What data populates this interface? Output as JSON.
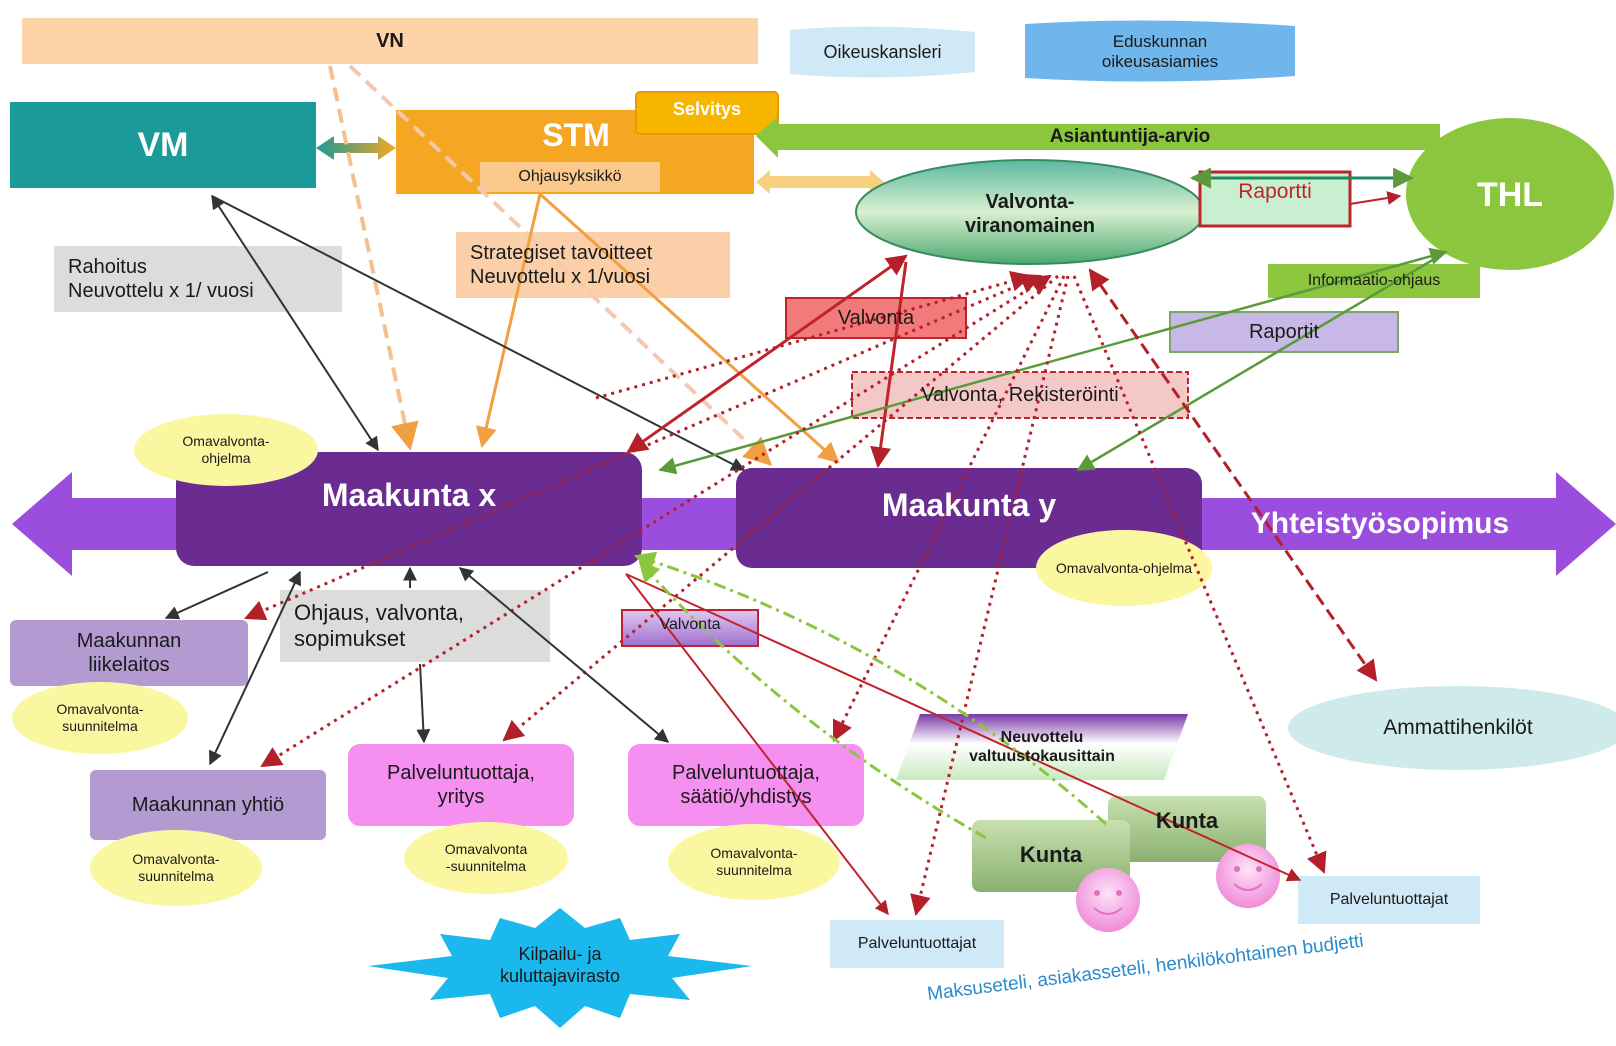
{
  "nodes": {
    "vn": "VN",
    "oikeuskansleri": "Oikeuskansleri",
    "eduskunnan_oikeusasiamies": "Eduskunnan oikeusasiamies",
    "vm": "VM",
    "stm": "STM",
    "selvitys": "Selvitys",
    "ohjausyksikko": "Ohjausyksikkö",
    "asiantuntija_arvio": "Asiantuntija-arvio",
    "valvontaviranomainen": "Valvonta-viranomainen",
    "raportti": "Raportti",
    "thl": "THL",
    "rahoitus": "Rahoitus\nNeuvottelu x 1/ vuosi",
    "strategiset": "Strategiset tavoitteet\nNeuvottelu x 1/vuosi",
    "valvonta_top": "Valvonta",
    "informaatio_ohjaus": "Informaatio-ohjaus",
    "raportit": "Raportit",
    "valvonta_rekisterointi": "Valvonta, Rekisteröinti",
    "omavalvonta_ohjelma_x": "Omavalvonta-ohjelma",
    "maakunta_x": "Maakunta x",
    "maakunta_y": "Maakunta y",
    "yhteistyosopimus": "Yhteistyösopimus",
    "omavalvonta_ohjelma_y": "Omavalvonta-ohjelma",
    "ohjaus_valvonta": "Ohjaus, valvonta,\nsopimukset",
    "valvonta_mid": "Valvonta",
    "maakunnan_liikelaitos": "Maakunnan liikelaitos",
    "omavalvonta_suunnitelma_1": "Omavalvonta-suunnitelma",
    "maakunnan_yhtio": "Maakunnan yhtiö",
    "omavalvonta_suunnitelma_2": "Omavalvonta-suunnitelma",
    "palveluntuottaja_yritys": "Palveluntuottaja,\nyritys",
    "omavalvonta_suunnitelma_3": "Omavalvonta\n-suunnitelma",
    "palveluntuottaja_saatio": "Palveluntuottaja,\nsäätiö/yhdistys",
    "omavalvonta_suunnitelma_4": "Omavalvonta-\nsuunnitelma",
    "neuvottelu": "Neuvottelu\nvaltuustokausittain",
    "ammattihenkilot": "Ammattihenkilöt",
    "kunta_1": "Kunta",
    "kunta_2": "Kunta",
    "palveluntuottajat_1": "Palveluntuottajat",
    "palveluntuottajat_2": "Palveluntuottajat",
    "kilpailu": "Kilpailu- ja\nkuluttajavirasto",
    "maksuseteli": "Maksuseteli, asiakasseteli, henkilökohtainen budjetti"
  },
  "colors": {
    "vn": "#fcd4a8",
    "teal": "#1a9a98",
    "orange": "#f5a623",
    "green": "#8cc63f",
    "purple": "#6b2c91",
    "violet_arrow": "#9b4dde",
    "red": "#c0242b",
    "pink": "#f58ff0",
    "lilac": "#b39bd1",
    "yellow_ellipse": "#fbf7a0",
    "light_blue": "#cfe9f7",
    "gray_box": "#dcdcdc",
    "peach_box": "#fbd0a8"
  }
}
